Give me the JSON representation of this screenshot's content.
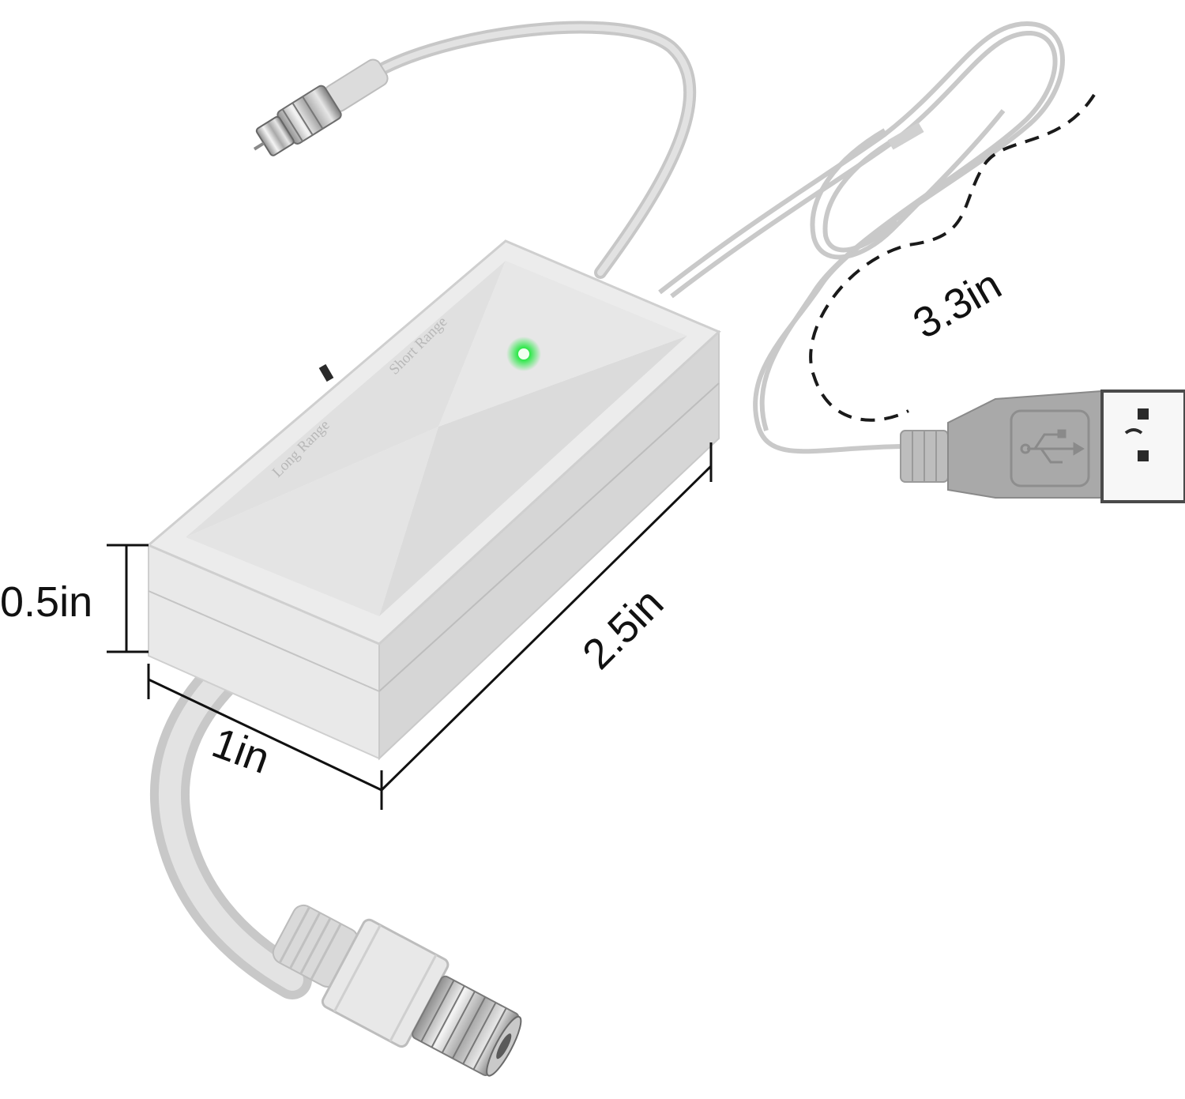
{
  "device": {
    "switch_label_long": "Long Range",
    "switch_label_short": "Short Range",
    "led_color": "#2ee84a",
    "body_color": "#ececec",
    "cable_color": "#d2d2d2"
  },
  "dimensions": {
    "height": "0.5in",
    "width": "1in",
    "length": "2.5in",
    "cable_length": "3.3in"
  },
  "icons": {
    "usb_symbol": "usb-icon"
  }
}
